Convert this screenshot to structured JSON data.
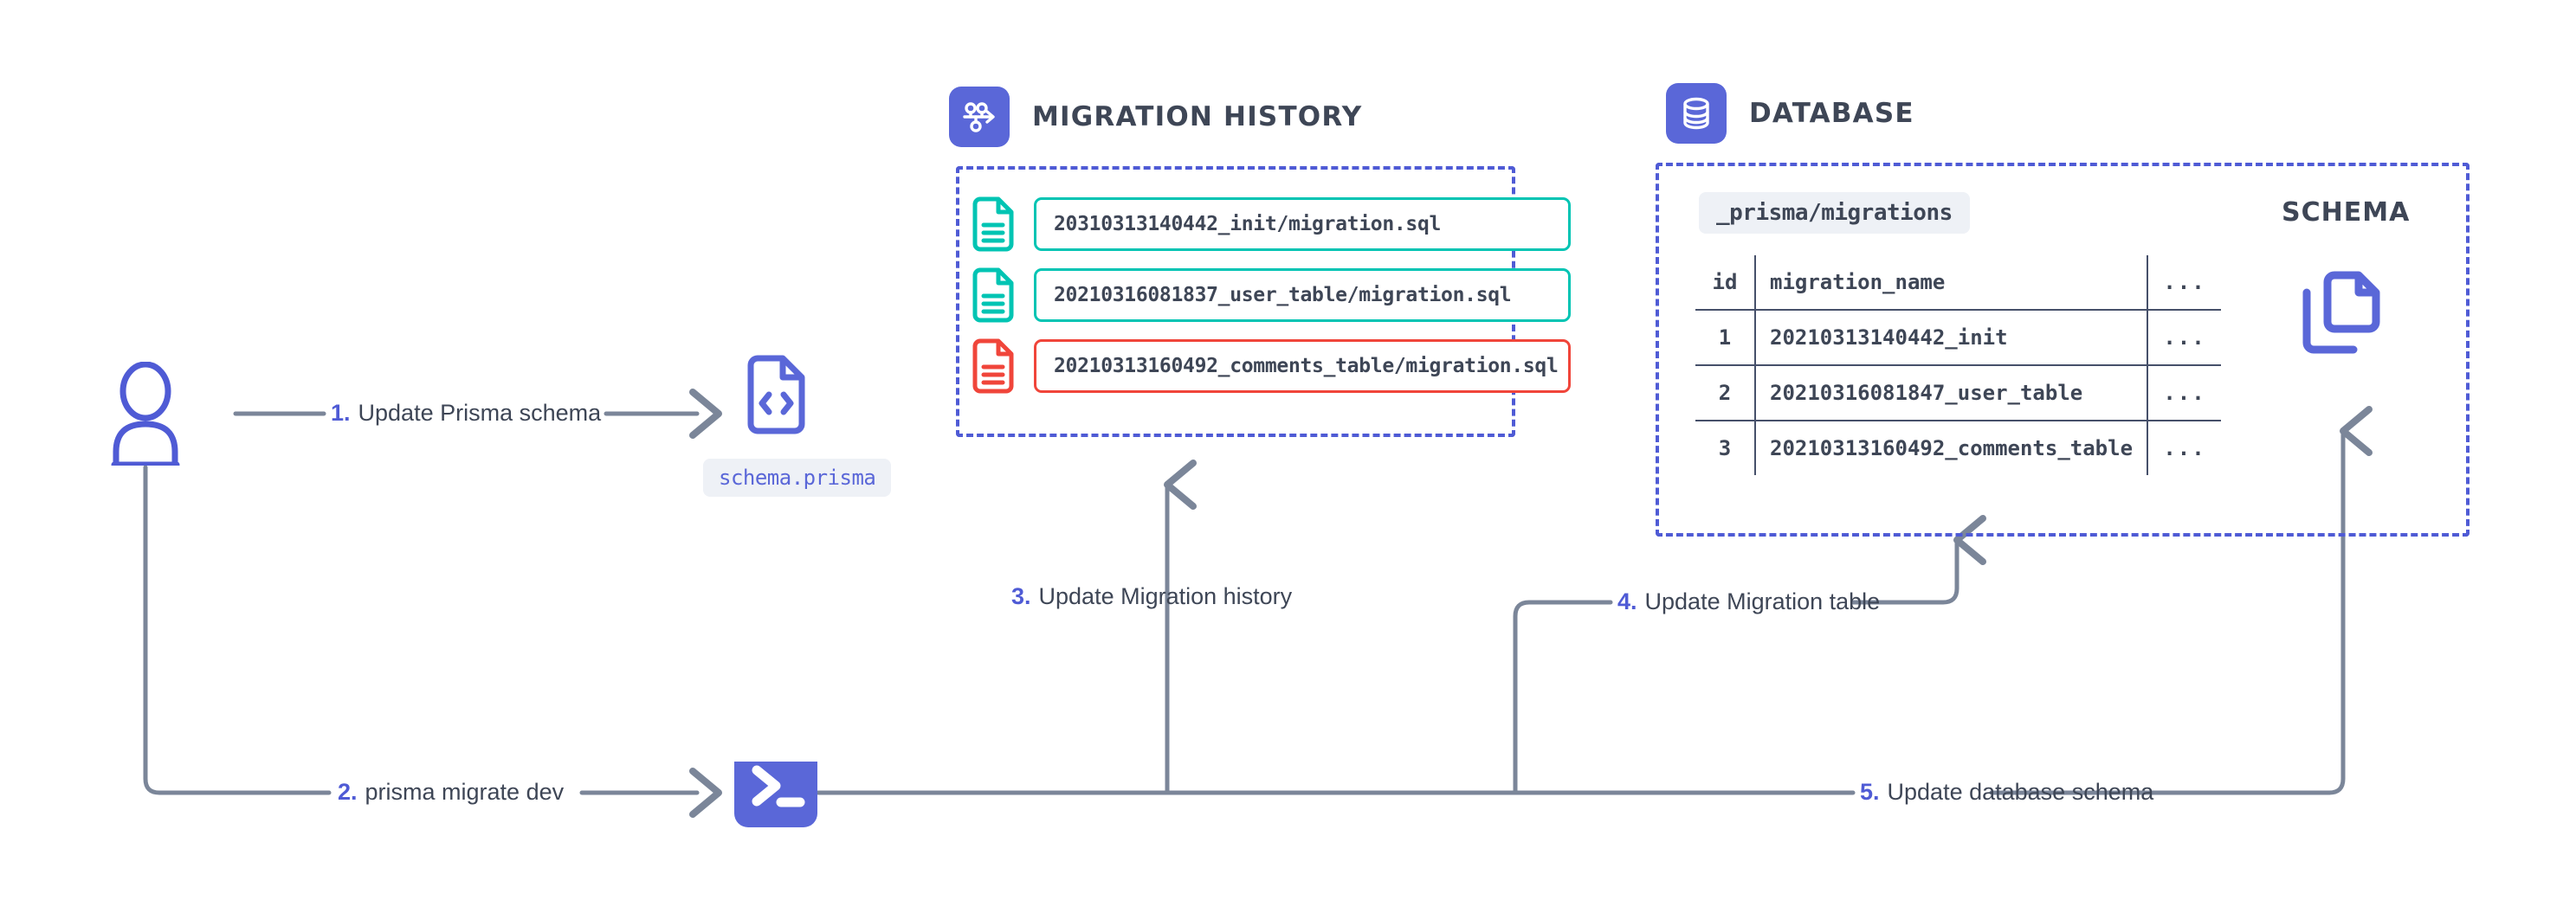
{
  "sections": {
    "migration_history": {
      "title": "MIGRATION HISTORY",
      "icon": "migration-history-icon",
      "files": [
        {
          "name": "20310313140442_init/migration.sql",
          "state": "ok",
          "icon": "file-document-icon"
        },
        {
          "name": "20210316081837_user_table/migration.sql",
          "state": "ok",
          "icon": "file-document-icon"
        },
        {
          "name": "20210313160492_comments_table/migration.sql",
          "state": "error",
          "icon": "file-document-icon"
        }
      ]
    },
    "database": {
      "title": "DATABASE",
      "icon": "database-icon",
      "chip": "_prisma/migrations",
      "table": {
        "columns": [
          "id",
          "migration_name",
          "..."
        ],
        "rows": [
          {
            "id": "1",
            "migration_name": "20210313140442_init",
            "more": "...",
            "state": "ok"
          },
          {
            "id": "2",
            "migration_name": "20210316081847_user_table",
            "more": "...",
            "state": "ok"
          },
          {
            "id": "3",
            "migration_name": "20210313160492_comments_table",
            "more": "...",
            "state": "error"
          }
        ]
      },
      "schema_label": "SCHEMA",
      "schema_icon": "copy-document-icon"
    }
  },
  "actors": {
    "user_icon": "user-avatar-icon",
    "schema_file_icon": "code-file-icon",
    "schema_file_name": "schema.prisma",
    "terminal_icon": "terminal-icon"
  },
  "steps": [
    {
      "num": "1.",
      "label": "Update Prisma schema"
    },
    {
      "num": "2.",
      "label": "prisma migrate dev"
    },
    {
      "num": "3.",
      "label": "Update Migration history"
    },
    {
      "num": "4.",
      "label": "Update Migration table"
    },
    {
      "num": "5.",
      "label": "Update database schema"
    }
  ],
  "colors": {
    "brand_indigo": "#5a67d8",
    "dashed_border": "#4f5bd5",
    "teal_ok": "#00c4b3",
    "teal_text": "#16a394",
    "red_error": "#f0453a",
    "slate_text": "#3e4656",
    "connector_gray": "#7b8699",
    "chip_bg": "#eef1f6"
  }
}
